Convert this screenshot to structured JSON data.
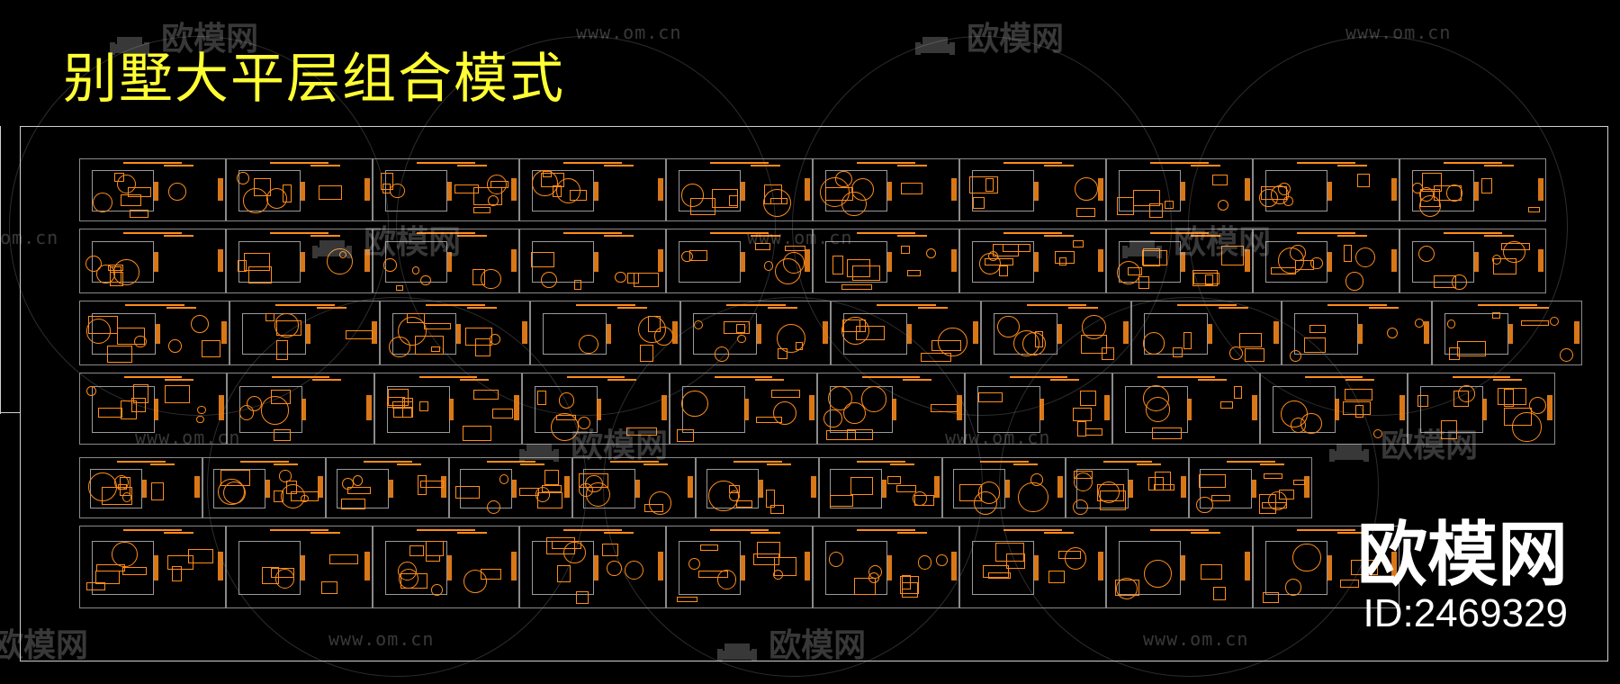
{
  "title": "别墅大平层组合模式",
  "watermark": {
    "logo_text": "欧模网",
    "url_text": "www.om.cn",
    "url_partial": "om.cn"
  },
  "mark": {
    "brand": "欧模网",
    "id_text": "ID:2469329"
  },
  "colors": {
    "background": "#000000",
    "title": "#ffff33",
    "furniture": "#ff8c1a",
    "frame": "#cfcfcf",
    "panel_border": "#8a8a8a"
  },
  "icons": {
    "watermark": "sofa-icon"
  }
}
